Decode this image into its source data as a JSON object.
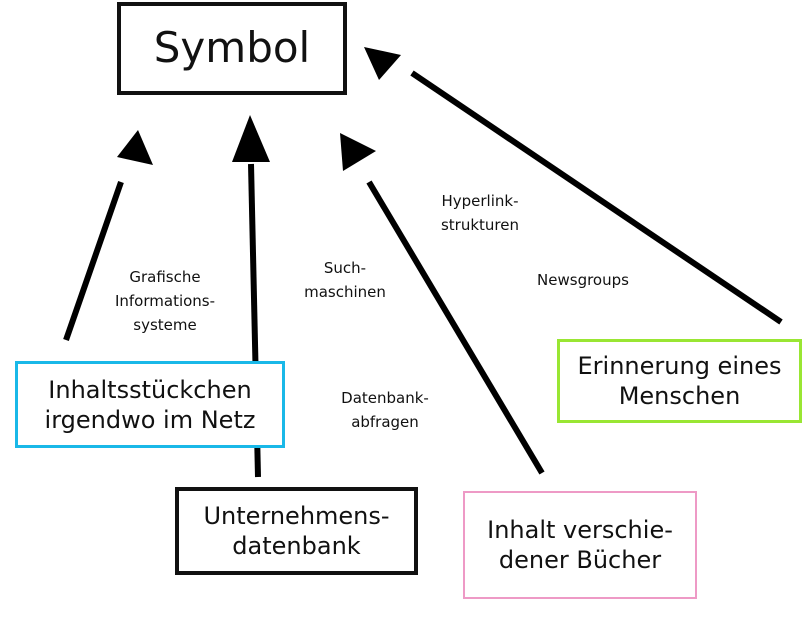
{
  "diagram": {
    "central_node": {
      "lines": [
        "Symbol"
      ]
    },
    "nodes": {
      "content": {
        "lines": [
          "Inhaltsstückchen",
          "irgendwo im Netz"
        ],
        "color": "#19b8e8"
      },
      "memory": {
        "lines": [
          "Erinnerung eines",
          "Menschen"
        ],
        "color": "#99e633"
      },
      "database": {
        "lines": [
          "Unternehmens-",
          "datenbank"
        ],
        "color": "#111111"
      },
      "books": {
        "lines": [
          "Inhalt verschie-",
          "dener Bücher"
        ],
        "color": "#ee9ac6"
      }
    },
    "edge_labels": {
      "grafische": [
        "Grafische",
        "Informations-",
        "systeme"
      ],
      "suchmaschinen": [
        "Such-",
        "maschinen"
      ],
      "datenbankabfragen": [
        "Datenbank-",
        "abfragen"
      ],
      "hyperlink": [
        "Hyperlink-",
        "strukturen"
      ],
      "newsgroups": [
        "Newsgroups"
      ]
    },
    "edges": [
      {
        "from": "content",
        "to": "central_node"
      },
      {
        "from": "database",
        "to": "central_node"
      },
      {
        "from": "books",
        "to": "central_node"
      },
      {
        "from": "memory",
        "to": "central_node"
      }
    ],
    "arrow_color": "#000000"
  }
}
